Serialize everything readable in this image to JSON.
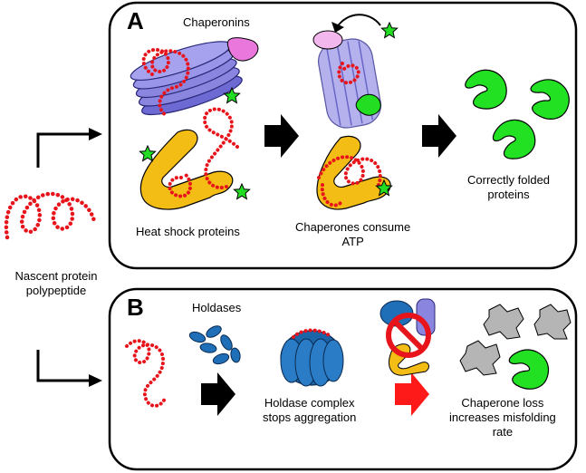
{
  "panels": {
    "a": {
      "letter": "A",
      "chaperonins": "Chaperonins",
      "heat_shock": "Heat shock proteins",
      "consume_atp": "Chaperones consume\nATP",
      "correctly_folded": "Correctly folded\nproteins"
    },
    "b": {
      "letter": "B",
      "holdases": "Holdases",
      "holdase_complex": "Holdase complex\nstops aggregation",
      "chaperone_loss": "Chaperone loss\nincreases misfolding\nrate"
    }
  },
  "nascent_label": "Nascent protein\npolypeptide",
  "colors": {
    "polypeptide": "#e8141c",
    "chaperonin": "#8a86e0",
    "hsp": "#f4bd16",
    "atp": "#22dd22",
    "folded": "#22e022",
    "holdase": "#1f6fb8",
    "misfolded": "#b5b5b5",
    "arrow": "#000000",
    "red_arrow": "#ff1a1a",
    "lid": "#ea78dc"
  }
}
